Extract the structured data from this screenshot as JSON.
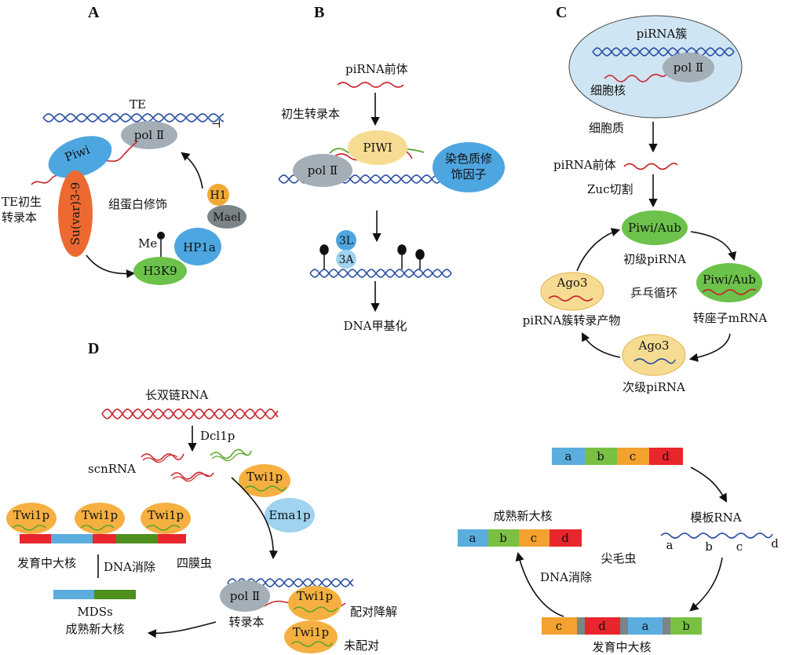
{
  "panels": {
    "A": {
      "letter": "A",
      "te": "TE",
      "pol": "pol Ⅱ",
      "piwi": "Piwi",
      "te_transcript_l1": "TE初生",
      "te_transcript_l2": "转录本",
      "suvar": "Su(var)3-9",
      "histone_mod": "组蛋白修饰",
      "h1": "H1",
      "mael": "Mael",
      "me": "Me",
      "hp1a": "HP1a",
      "h3k9": "H3K9",
      "tick": "⊥"
    },
    "B": {
      "letter": "B",
      "precursor": "piRNA前体",
      "nascent": "初生转录本",
      "piwi": "PIWI",
      "pol": "pol Ⅱ",
      "chromatin_l1": "染色质修",
      "chromatin_l2": "饰因子",
      "m3l": "3L",
      "m3a": "3A",
      "dna_methylation": "DNA甲基化"
    },
    "C": {
      "letter": "C",
      "cluster": "piRNA簇",
      "pol": "pol Ⅱ",
      "nucleus": "细胞核",
      "cytoplasm": "细胞质",
      "precursor": "piRNA前体",
      "zuc": "Zuc切割",
      "piwi_aub_1": "Piwi/Aub",
      "primary": "初级piRNA",
      "piwi_aub_2": "Piwi/Aub",
      "transposon_mrna": "转座子mRNA",
      "ago3_1": "Ago3",
      "pingpong": "乒乓循环",
      "cluster_transcript": "piRNA簇转录产物",
      "ago3_2": "Ago3",
      "secondary": "次级piRNA"
    },
    "D": {
      "letter": "D",
      "long_dsrna": "长双链RNA",
      "dcl1p": "Dcl1p",
      "scnrna": "scnRNA",
      "twi1p": "Twi1p",
      "ema1p": "Ema1p",
      "dev_macronucleus": "发育中大核",
      "dna_elimination": "DNA消除",
      "tetrahymena": "四膜虫",
      "pol": "pol Ⅱ",
      "pair_degrade": "配对降解",
      "transcript": "转录本",
      "unpaired": "未配对",
      "mdss": "MDSs",
      "mature_macronucleus": "成熟新大核",
      "seg_a": "a",
      "seg_b": "b",
      "seg_c": "c",
      "seg_d": "d",
      "template_rna": "模板RNA",
      "oxytricha": "尖毛虫",
      "mature_macronucleus_2": "成熟新大核",
      "dna_elimination_2": "DNA消除",
      "dev_macronucleus_2": "发育中大核"
    }
  },
  "colors": {
    "dna_blue": "#2b4fa3",
    "rna_red": "#c8242b",
    "rna_green": "#5aa62a",
    "piwi_blue": "#4ea6e0",
    "pol_gray": "#a3aeb6",
    "suvar_orange": "#ec6a32",
    "h3k9_green": "#6cc24a",
    "h1_orange": "#f1a836",
    "mael_gray": "#7c8487",
    "piwi_yellow": "#f6dc92",
    "nucleus_fill": "#cfe5f3",
    "twi_orange": "#f5b041",
    "ema_blue": "#9fd3ef",
    "seg_blue": "#5badde",
    "seg_green": "#79c043",
    "seg_orange": "#f3a12f",
    "seg_red": "#e8262c"
  }
}
